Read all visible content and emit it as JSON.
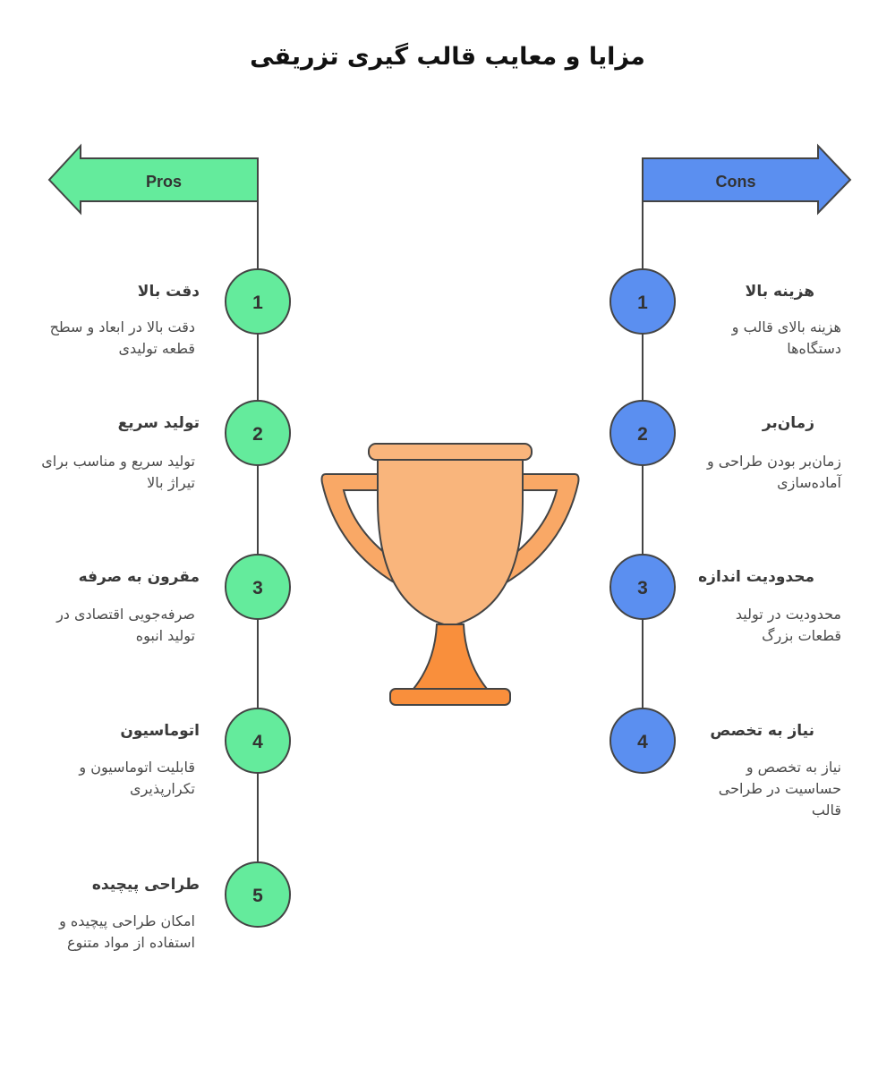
{
  "title": "مزایا و معایب قالب گیری تزریقی",
  "pros": {
    "label": "Pros",
    "color": "#5eea9a",
    "items": [
      {
        "number": "1",
        "title": "دقت بالا",
        "description": "دقت بالا در ابعاد و سطح قطعه تولیدی"
      },
      {
        "number": "2",
        "title": "تولید سریع",
        "description": "تولید سریع و مناسب برای تیراژ بالا"
      },
      {
        "number": "3",
        "title": "مقرون به صرفه",
        "description": "صرفه‌جویی اقتصادی در تولید انبوه"
      },
      {
        "number": "4",
        "title": "اتوماسیون",
        "description": "قابلیت اتوماسیون و تکرارپذیری"
      },
      {
        "number": "5",
        "title": "طراحی پیچیده",
        "description": "امکان طراحی پیچیده و استفاده از مواد متنوع"
      }
    ]
  },
  "cons": {
    "label": "Cons",
    "color": "#5b8ff0",
    "items": [
      {
        "number": "1",
        "title": "هزینه بالا",
        "description": "هزینه بالای قالب و دستگاه‌ها"
      },
      {
        "number": "2",
        "title": "زمان‌بر",
        "description": "زمان‌بر بودن طراحی و آماده‌سازی"
      },
      {
        "number": "3",
        "title": "محدودیت اندازه",
        "description": "محدودیت در تولید قطعات بزرگ"
      },
      {
        "number": "4",
        "title": "نیاز به تخصص",
        "description": "نیاز به تخصص و حساسیت در طراحی قالب"
      }
    ]
  },
  "trophy_icon": "trophy-icon",
  "trophy_color": "#f9a866"
}
